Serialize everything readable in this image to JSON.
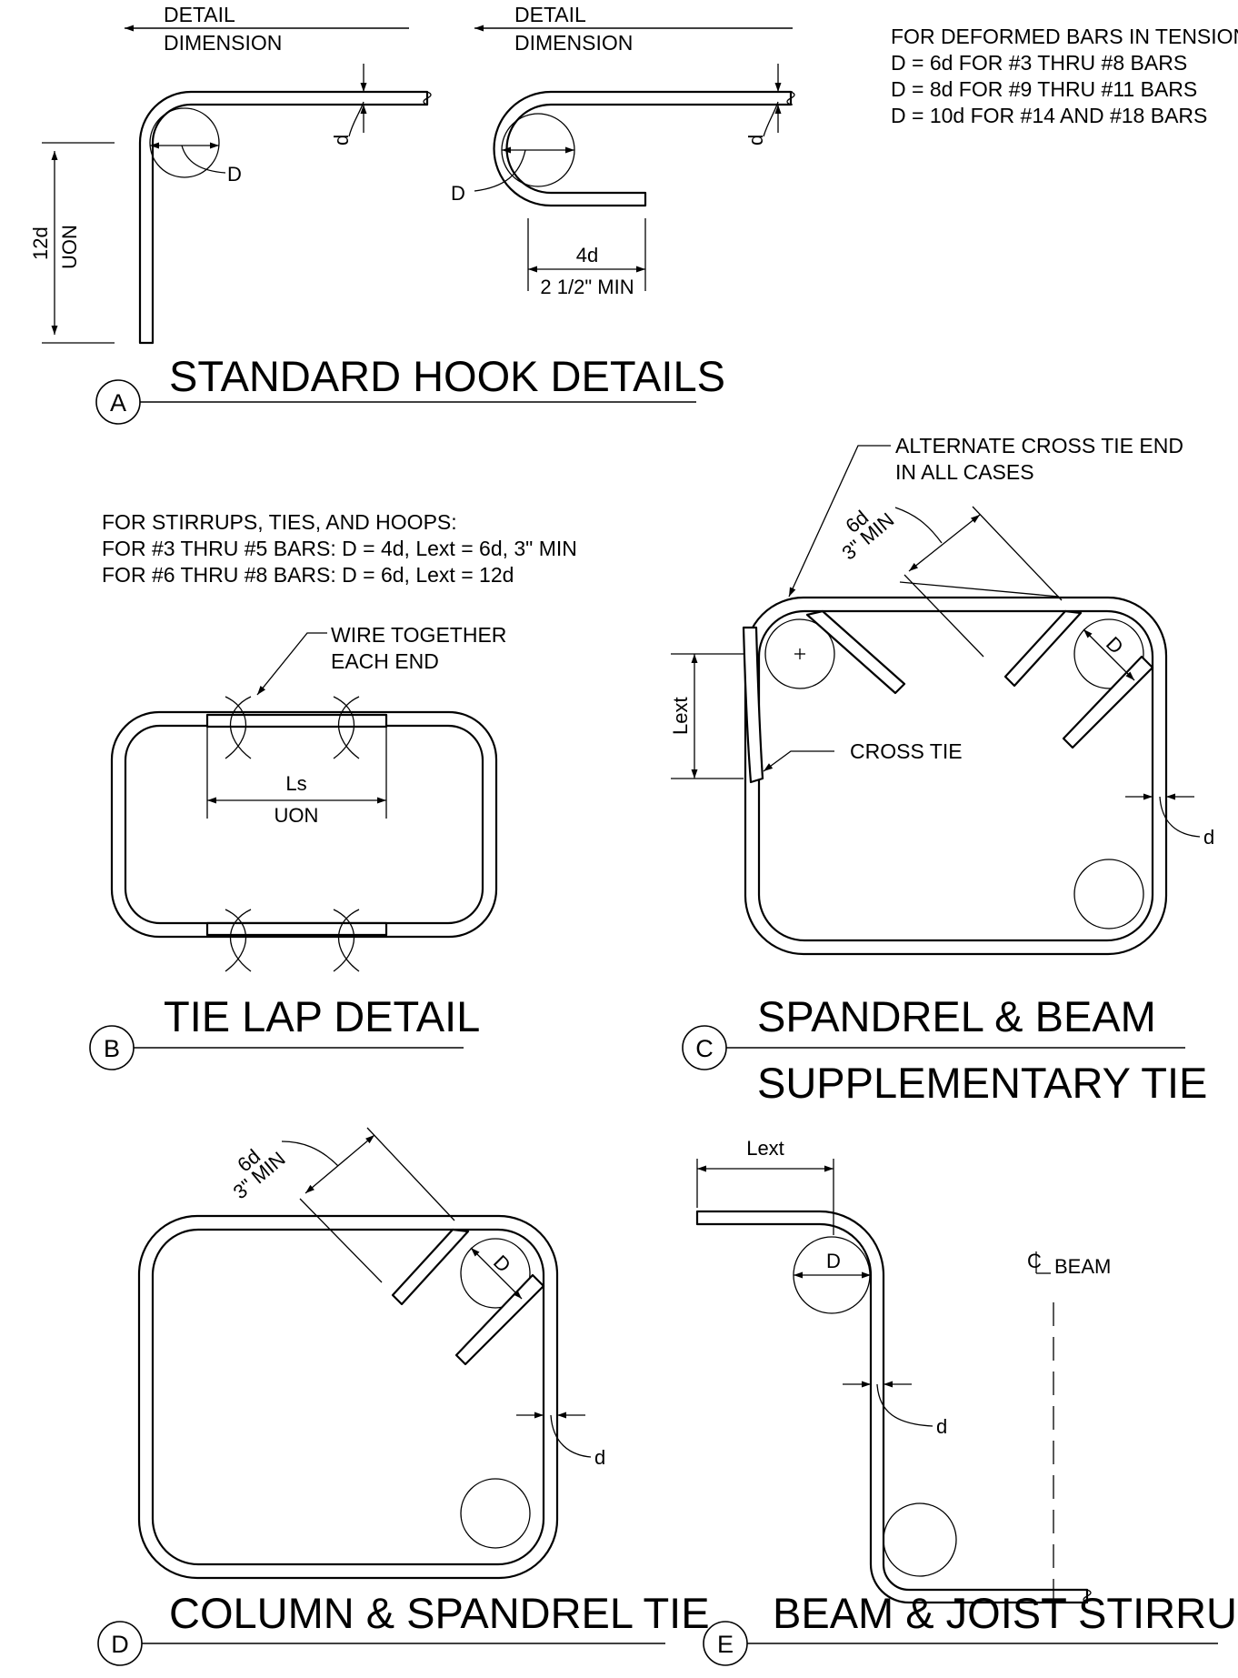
{
  "detail_a": {
    "bubble": "A",
    "title": "STANDARD HOOK DETAILS",
    "detail_dimension_1": [
      "DETAIL",
      "DIMENSION"
    ],
    "detail_dimension_2": [
      "DETAIL",
      "DIMENSION"
    ],
    "notes": [
      "FOR DEFORMED BARS IN TENSION:",
      "D = 6d FOR #3 THRU #8 BARS",
      "D = 8d FOR #9 THRU #11 BARS",
      "D = 10d FOR #14 AND #18 BARS"
    ],
    "label_d": "d",
    "label_D": "D",
    "dim_12d": "12d",
    "dim_uon": "UON",
    "dim_4d": "4d",
    "dim_min": "2 1/2\" MIN"
  },
  "detail_b": {
    "bubble": "B",
    "title": "TIE LAP DETAIL",
    "notes": [
      "FOR STIRRUPS, TIES, AND HOOPS:",
      "FOR #3 THRU #5 BARS:  D = 4d, Lext = 6d, 3\" MIN",
      "FOR #6 THRU #8 BARS:  D = 6d, Lext = 12d"
    ],
    "wire_note": [
      "WIRE TOGETHER",
      "EACH END"
    ],
    "dim_ls": "Ls",
    "dim_uon": "UON"
  },
  "detail_c": {
    "bubble": "C",
    "title": [
      "SPANDREL & BEAM",
      "SUPPLEMENTARY TIE"
    ],
    "alt_note": [
      "ALTERNATE CROSS TIE END",
      "IN ALL CASES"
    ],
    "cross_tie": "CROSS TIE",
    "lext": "Lext",
    "ext_6d": "6d",
    "ext_min": "3\" MIN",
    "label_D": "D",
    "label_d": "d"
  },
  "detail_d": {
    "bubble": "D",
    "title": "COLUMN & SPANDREL TIE",
    "ext_6d": "6d",
    "ext_min": "3\" MIN",
    "label_D": "D",
    "label_d": "d"
  },
  "detail_e": {
    "bubble": "E",
    "title": "BEAM & JOIST STIRRUP",
    "lext": "Lext",
    "label_D": "D",
    "label_d": "d",
    "cl_beam": "BEAM"
  }
}
